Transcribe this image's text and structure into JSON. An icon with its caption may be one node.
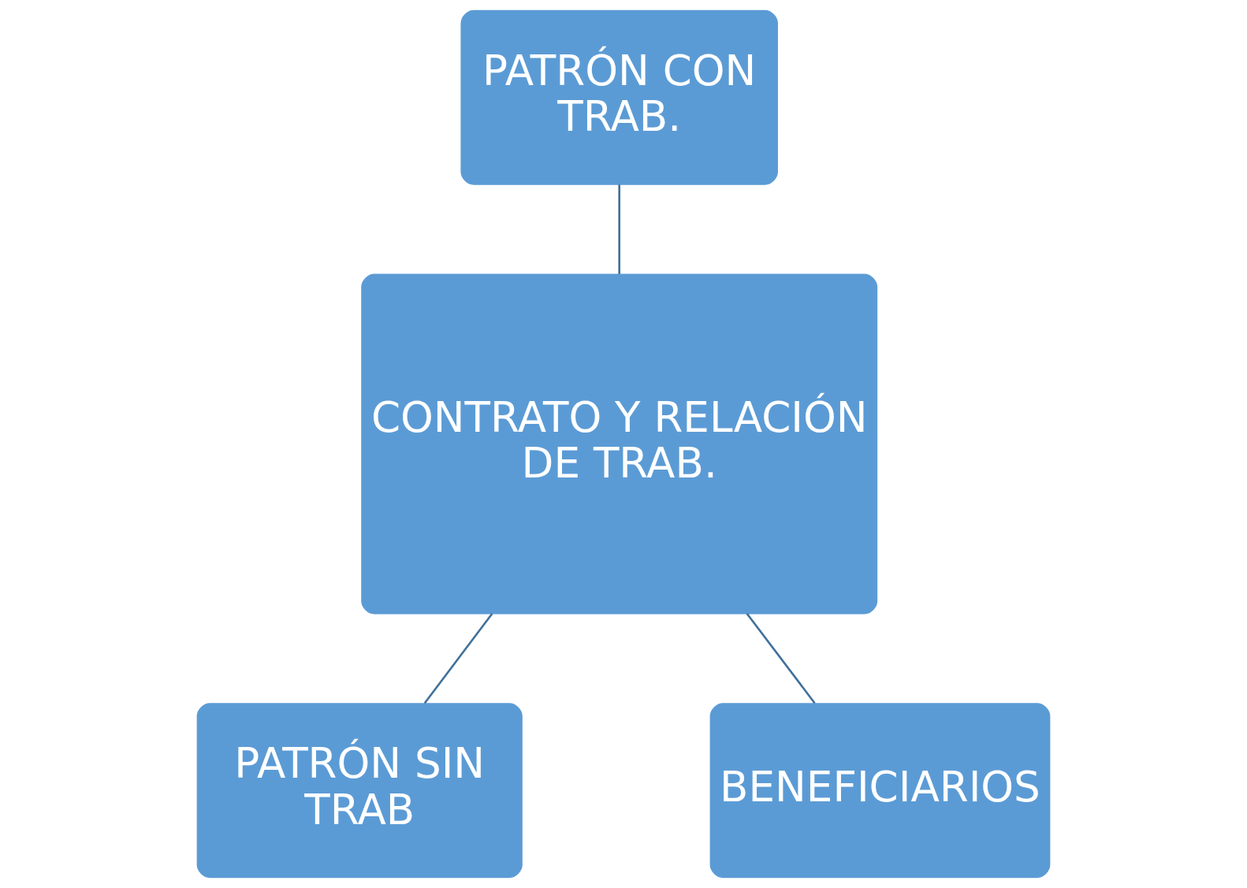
{
  "diagram": {
    "nodes": [
      {
        "text": [
          "PATRÓN CON TRAB."
        ]
      },
      {
        "text": [
          "CONTRATO Y RELACIÓN DE TRAB."
        ]
      },
      {
        "text": [
          "PATRÓN SIN TRAB"
        ]
      },
      {
        "text": [
          "BENEFICIARIOS"
        ]
      }
    ],
    "edges": [
      {
        "from": 0,
        "to": 1,
        "arrow": "none"
      },
      {
        "from": 1,
        "to": 2,
        "arrow": "none"
      },
      {
        "from": 1,
        "to": 3,
        "arrow": "none"
      }
    ]
  }
}
